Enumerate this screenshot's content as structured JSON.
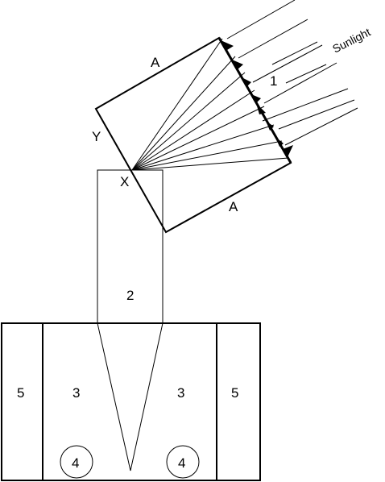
{
  "labels": {
    "sunlight": "Sunlight",
    "mirror_number": "1",
    "side_a_top": "A",
    "side_a_bottom": "A",
    "side_y": "Y",
    "focus_x": "X",
    "probe_number": "2",
    "chamber_left": "3",
    "chamber_right": "3",
    "circle_left": "4",
    "circle_right": "4",
    "wall_left": "5",
    "wall_right": "5"
  }
}
